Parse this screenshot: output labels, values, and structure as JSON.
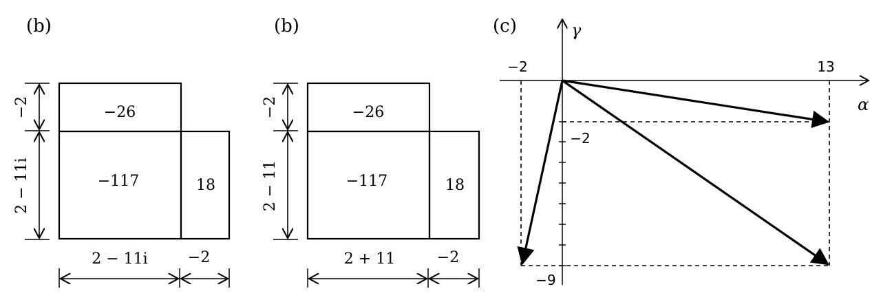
{
  "panels": [
    {
      "label": "(b)",
      "top_left": "−26",
      "bottom_left": "−117",
      "right": "18",
      "left_top_dim": "−2",
      "left_bottom_dim": "2 − 11i",
      "bottom_left_dim": "2 − 11i",
      "bottom_right_dim": "−2"
    },
    {
      "label": "(b)",
      "top_left": "−26",
      "bottom_left": "−117",
      "right": "18",
      "left_top_dim": "−2",
      "left_bottom_dim": "2 − 11",
      "bottom_left_dim": "2 + 11",
      "bottom_right_dim": "−2"
    }
  ],
  "vector_plot": {
    "label": "(c)",
    "x_axis_label": "α",
    "y_axis_label": "γ",
    "ticks": {
      "x_neg": "−2",
      "x_pos": "13",
      "y_mid": "−2",
      "y_min": "−9"
    }
  }
}
